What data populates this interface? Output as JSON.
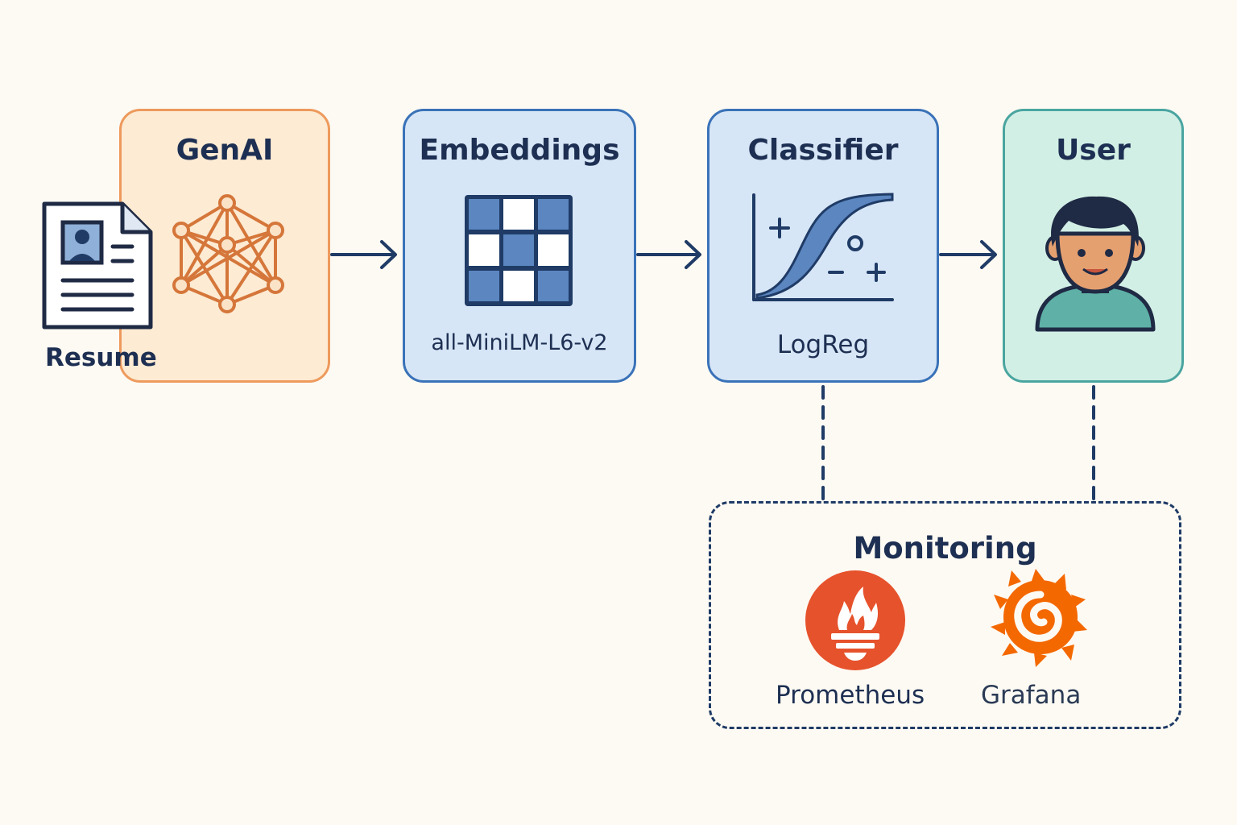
{
  "resume": {
    "label": "Resume",
    "icon": "resume-document-icon"
  },
  "stages": [
    {
      "title": "GenAI",
      "icon": "neural-network-icon",
      "color": "#ee9a5d"
    },
    {
      "title": "Embeddings",
      "subtitle": "all-MiniLM-L6-v2",
      "icon": "embedding-grid-icon",
      "color": "#3a72b8"
    },
    {
      "title": "Classifier",
      "subtitle": "LogReg",
      "icon": "logistic-curve-icon",
      "color": "#3a72b8"
    },
    {
      "title": "User",
      "icon": "user-avatar-icon",
      "color": "#4aa5a0"
    }
  ],
  "monitoring": {
    "title": "Monitoring",
    "tools": [
      {
        "name": "Prometheus",
        "icon": "prometheus-logo-icon",
        "color": "#e6522c"
      },
      {
        "name": "Grafana",
        "icon": "grafana-logo-icon",
        "color": "#f46800"
      }
    ]
  },
  "colors": {
    "background": "#fdfaf3",
    "text": "#1d2f52",
    "connector": "#1f3b66"
  }
}
